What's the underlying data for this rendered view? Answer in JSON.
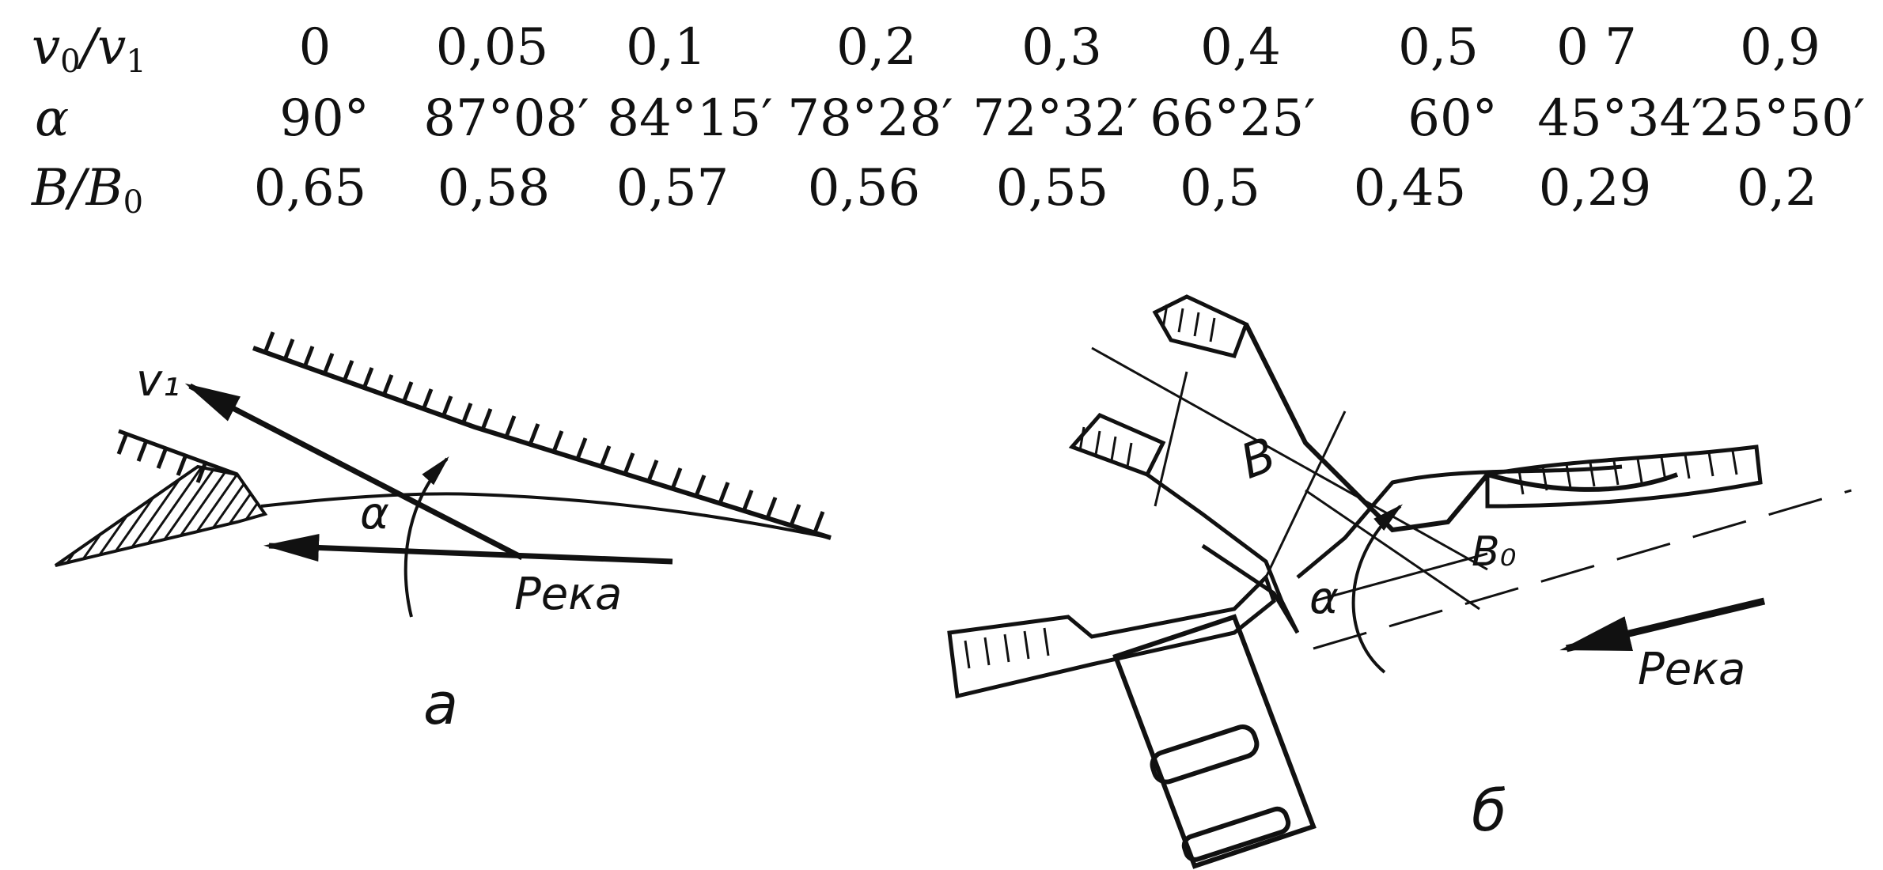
{
  "table": {
    "rows": [
      {
        "label_main": "v",
        "label_sub1": "0",
        "label_sep": "/v",
        "label_sub2": "1",
        "cells": [
          "0",
          "0,05",
          "0,1",
          "0,2",
          "0,3",
          "0,4",
          "0,5",
          "0 7",
          "0,9"
        ]
      },
      {
        "label": "α",
        "cells": [
          "90°",
          "87°08′",
          "84°15′",
          "78°28′",
          "72°32′",
          "66°25′",
          "60°",
          "45°34′",
          "25°50′"
        ]
      },
      {
        "label_main": "B/B",
        "label_sub": "0",
        "cells": [
          "0,65",
          "0,58",
          "0,57",
          "0,56",
          "0,55",
          "0,5",
          "0,45",
          "0,29",
          "0,2"
        ]
      }
    ]
  },
  "figure_a": {
    "velocity_label": "v₁",
    "angle_label": "α",
    "river_label": "Река",
    "caption": "а"
  },
  "figure_b": {
    "width_label": "B",
    "width0_label": "B₀",
    "angle_label": "α",
    "river_label": "Река",
    "caption": "б"
  }
}
